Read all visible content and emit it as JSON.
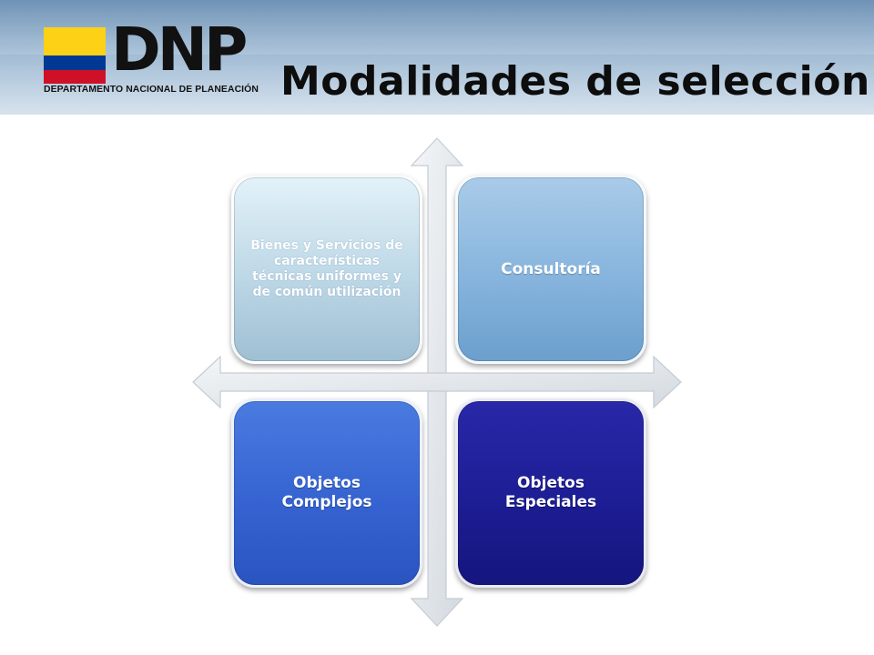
{
  "header": {
    "logo_text": "DNP",
    "logo_subtitle": "DEPARTAMENTO NACIONAL DE PLANEACIÓN",
    "title": "Modalidades de selección",
    "flag_colors": [
      "#fcd116",
      "#003893",
      "#ce1126"
    ]
  },
  "quadrants": {
    "top_left": "Bienes y Servicios de características técnicas uniformes y de común utilización",
    "top_right": "Consultoría",
    "bottom_left": "Objetos Complejos",
    "bottom_right": "Objetos Especiales"
  },
  "colors": {
    "top_left": "#bcd7e6",
    "top_right": "#86b4dd",
    "bottom_left": "#3563d1",
    "bottom_right": "#1d1d94"
  }
}
